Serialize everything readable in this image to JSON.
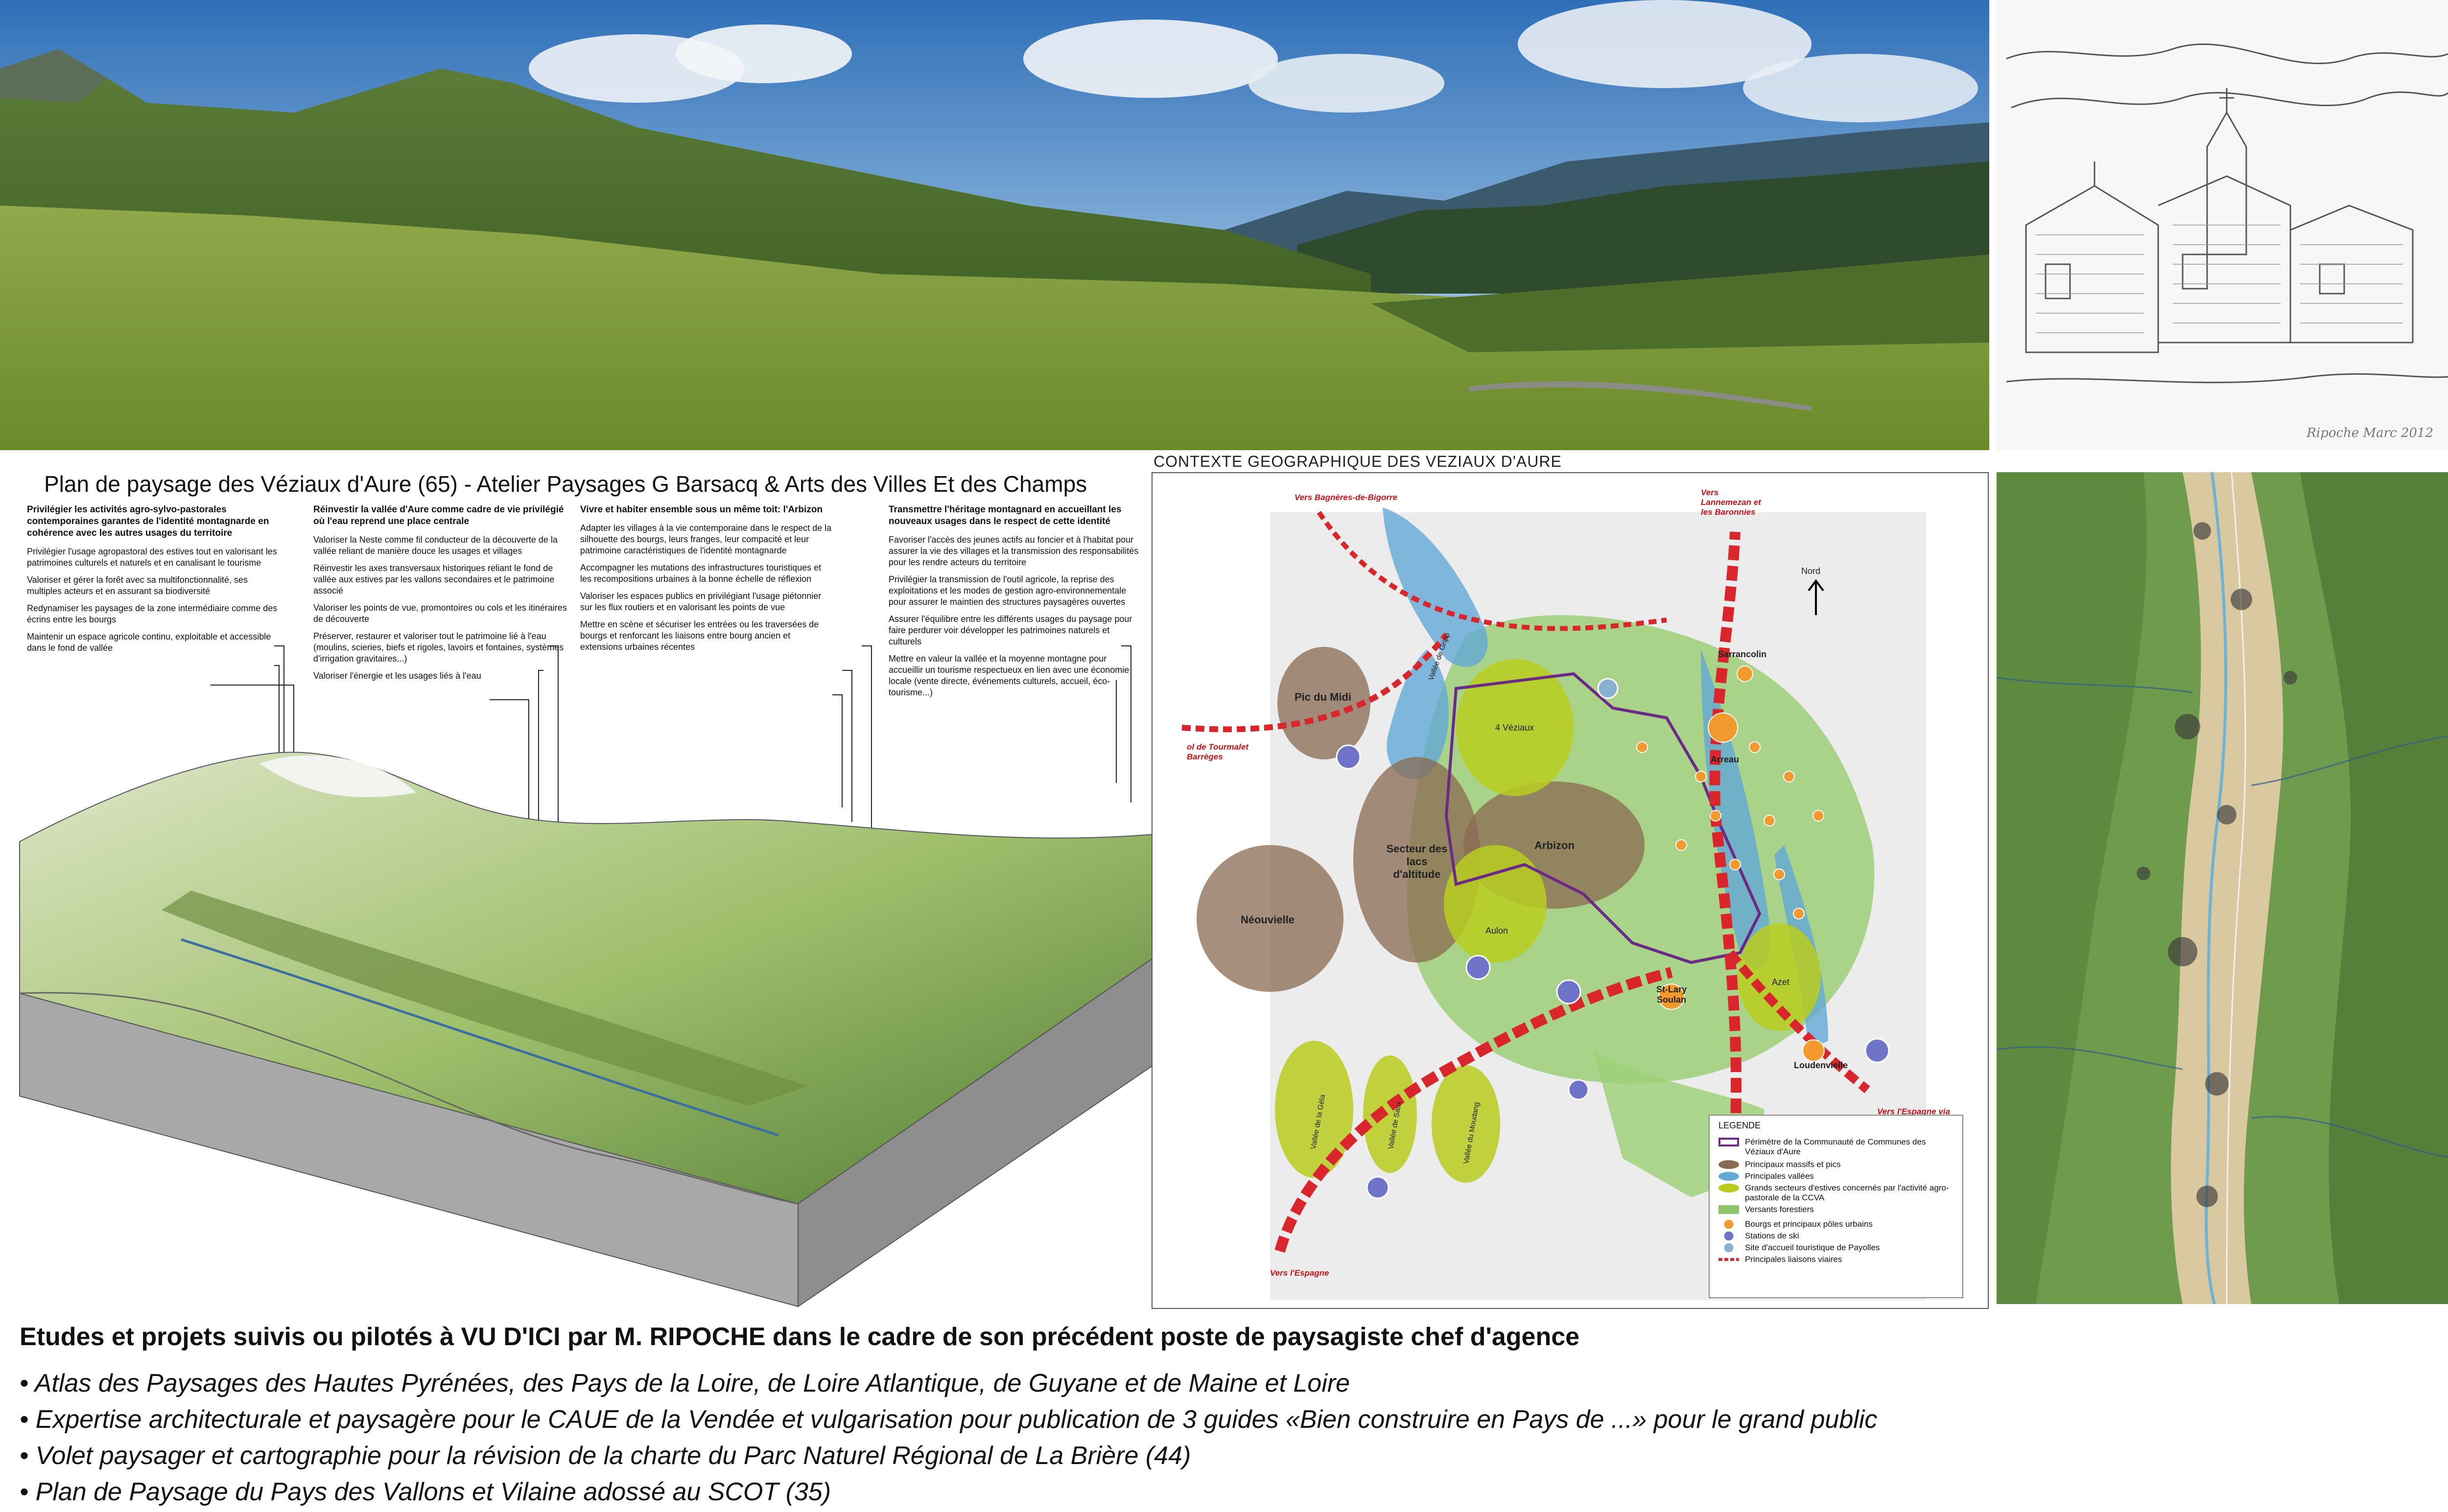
{
  "plan": {
    "title": "Plan de paysage des Véziaux d'Aure (65) - Atelier Paysages G Barsacq & Arts des Villes Et des Champs",
    "columns": [
      {
        "heading": "Privilégier les activités agro-sylvo-pastorales contemporaines garantes de l'identité montagnarde en cohérence avec les autres usages du territoire",
        "paragraphs": [
          "Privilégier l'usage agropastoral des estives tout en valorisant les patrimoines culturels et naturels et en canalisant le tourisme",
          "Valoriser et gérer la forêt avec sa multifonctionnalité, ses multiples acteurs et en assurant sa biodiversité",
          "Redynamiser les paysages de la zone intermédiaire comme des écrins entre les bourgs",
          "Maintenir un espace agricole continu, exploitable et accessible dans le fond de vallée"
        ]
      },
      {
        "heading": "Réinvestir la vallée d'Aure comme cadre de vie privilégié où l'eau reprend une place centrale",
        "paragraphs": [
          "Valoriser la Neste comme fil conducteur de la découverte de la vallée reliant de manière douce les usages et villages",
          "Réinvestir les axes transversaux historiques reliant le fond de vallée aux estives par les vallons secondaires et le patrimoine associé",
          "Valoriser les points de vue, promontoires ou cols et les itinéraires de découverte",
          "Préserver, restaurer et valoriser tout le patrimoine lié à l'eau (moulins, scieries, biefs et rigoles, lavoirs et fontaines, systèmes d'irrigation gravitaires...)",
          "Valoriser l'énergie et les usages liés à l'eau"
        ]
      },
      {
        "heading": "Vivre et habiter ensemble sous un même toit: l'Arbizon",
        "paragraphs": [
          "Adapter les villages à la vie contemporaine dans le respect de la silhouette des bourgs, leurs franges, leur compacité et leur patrimoine caractéristiques de l'identité montagnarde",
          "Accompagner les mutations des infrastructures touristiques et les recompositions urbaines à la bonne échelle de réflexion",
          "Valoriser les espaces publics en privilégiant l'usage piétonnier sur les flux routiers et en valorisant les points de vue",
          "Mettre en scène et sécuriser les entrées ou les traversées de bourgs et renforcant les liaisons entre bourg ancien et extensions urbaines récentes"
        ]
      },
      {
        "heading": "Transmettre l'héritage montagnard en accueillant les nouveaux usages dans le respect de cette identité",
        "paragraphs": [
          "Favoriser l'accès des jeunes actifs au foncier et à l'habitat pour assurer la vie des villages et la transmission des responsabilités pour les rendre acteurs du territoire",
          "Privilégier la transmission de l'outil agricole, la reprise des exploitations et les modes de gestion agro-environnementale pour assurer le maintien des structures paysagères ouvertes",
          "Assurer l'équilibre entre les différents usages du paysage pour faire perdurer voir développer les patrimoines naturels et culturels",
          "Mettre en valeur la vallée et la moyenne montagne pour accueillir un tourisme respectueux en lien avec une économie locale (vente directe, événements culturels, accueil, éco-tourisme...)"
        ]
      }
    ]
  },
  "context_map": {
    "title": "CONTEXTE GEOGRAPHIQUE DES VEZIAUX D'AURE",
    "north": "Nord",
    "labels": {
      "pic_du_midi": "Pic du Midi",
      "secteur_lacs": "Secteur des lacs d'altitude",
      "neouvielle": "Néouvielle",
      "arbizon": "Arbizon",
      "veziaux": "4 Véziaux",
      "aulon": "Aulon",
      "azet": "Azet",
      "arreau": "Arreau",
      "sarrancolin": "Sarrancolin",
      "st_lary": "St-Lary Soulan",
      "loudenvielle": "Loudenvielle",
      "vallee_gripp": "Vallée de Gripp",
      "vallee_gela": "Vallée de la Géla",
      "vallee_saux": "Vallée de Saux",
      "vallee_moudang": "Vallée du Moudang"
    },
    "routes": {
      "bagneres": "Vers Bagnères-de-Bigorre",
      "lannemezan": "Vers Lannemezan et les Baronnies",
      "tourmalet": "ol de Tourmalet Barrèges",
      "espagne_luchon": "Vers l'Espagne via Bagnères-de-Luchon",
      "espagne": "Vers l'Espagne"
    },
    "legend": {
      "title": "LEGENDE",
      "items": [
        {
          "label": "Périmètre de la Communauté de Communes des Véziaux d'Aure",
          "color": "#6b2a86"
        },
        {
          "label": "Principaux massifs et pics",
          "color": "#8a6a52"
        },
        {
          "label": "Principales vallées",
          "color": "#63a9d8"
        },
        {
          "label": "Grands secteurs d'estives concernés par l'activité agro-pastorale de la CCVA",
          "color": "#b8cc1e"
        },
        {
          "label": "Versants forestiers",
          "color": "#8fc46a"
        },
        {
          "label": "Bourgs et principaux pôles urbains",
          "color": "#f29a2e"
        },
        {
          "label": "Stations de ski",
          "color": "#6f74c9"
        },
        {
          "label": "Site d'accueil touristique de Payolles",
          "color": "#8ab0cf"
        },
        {
          "label": "Principales liaisons viaires",
          "color": "#d9262c"
        }
      ]
    }
  },
  "sketch": {
    "signature": "Ripoche Marc 2012"
  },
  "bottom": {
    "title": "Etudes et projets suivis ou pilotés à VU D'ICI par M. RIPOCHE dans le cadre de son précédent poste de paysagiste chef d'agence",
    "bullets": [
      "• Atlas des Paysages des Hautes Pyrénées, des Pays de la Loire, de Loire Atlantique, de Guyane et de Maine et Loire",
      "• Expertise architecturale et paysagère pour le CAUE de la Vendée et vulgarisation pour publication de 3 guides «Bien construire en Pays de ...» pour le grand public",
      "• Volet paysager et cartographie pour la révision de la charte du Parc Naturel Régional de La Brière (44)",
      "• Plan de Paysage du Pays des Vallons et Vilaine adossé au SCOT (35)"
    ]
  }
}
